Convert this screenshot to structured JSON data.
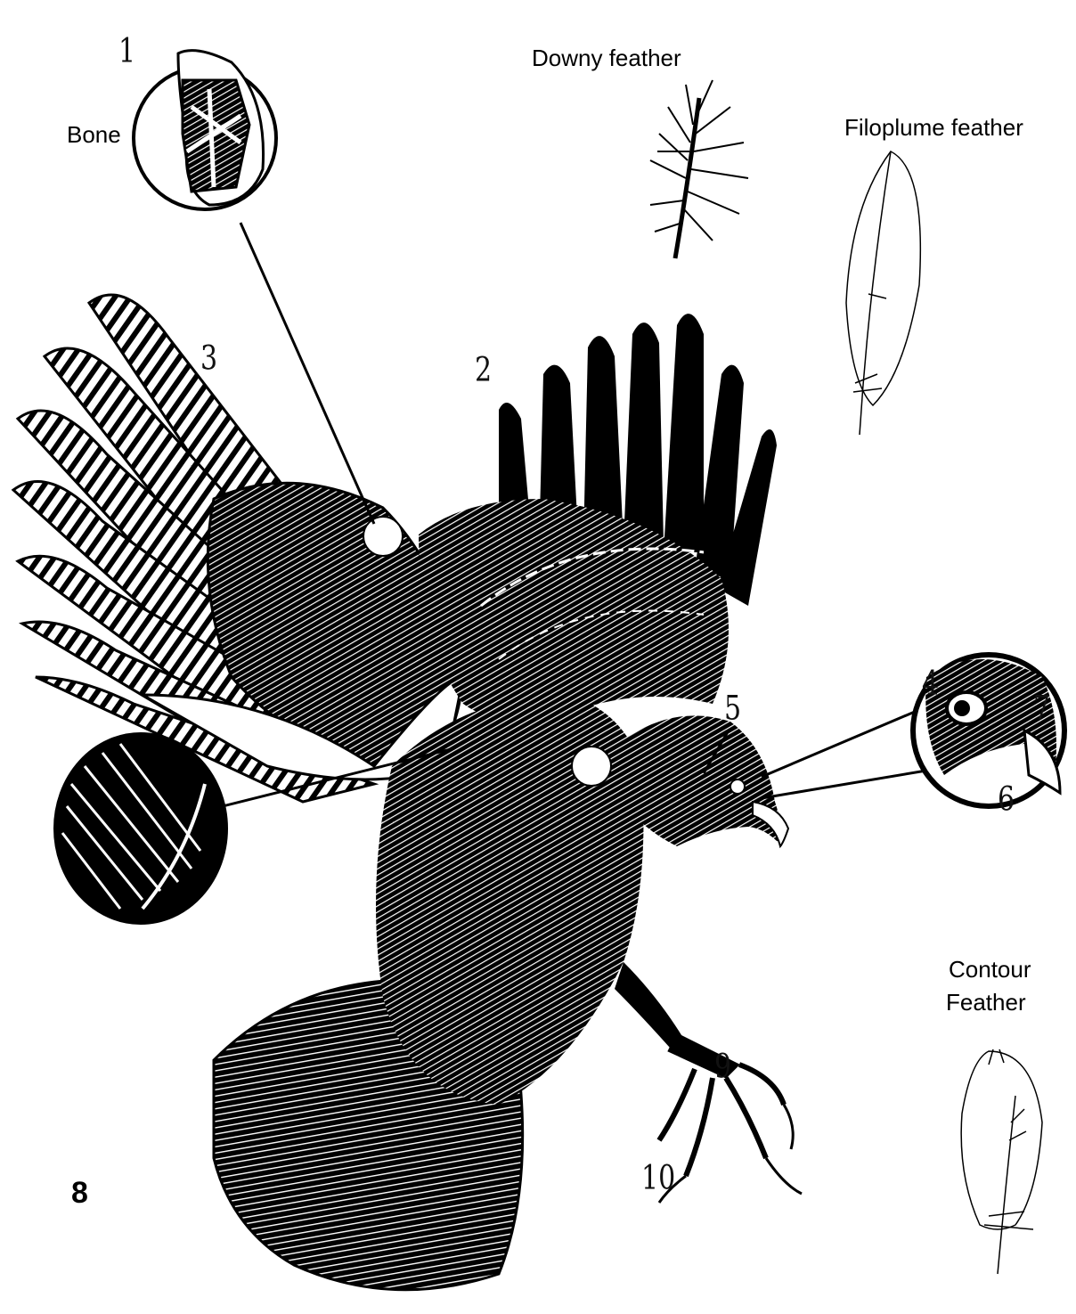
{
  "labels": {
    "bone": "Bone",
    "downy": "Downy feather",
    "filoplume": "Filoplume feather",
    "contour_line1": "Contour",
    "contour_line2": "Feather",
    "figure_number": "8"
  },
  "callout_numbers": [
    "1",
    "2",
    "3",
    "4",
    "5",
    "6",
    "7",
    "9",
    "10"
  ],
  "colors": {
    "ink": "#000000",
    "paper": "#ffffff"
  }
}
